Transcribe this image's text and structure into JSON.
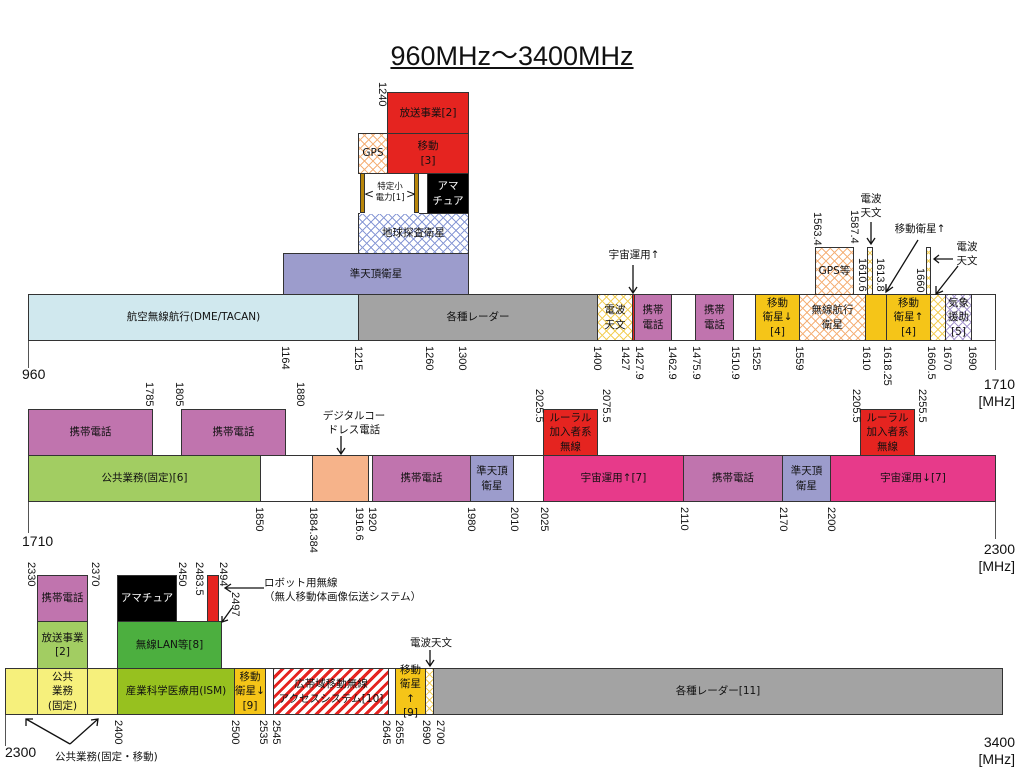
{
  "title": "960MHz〜3400MHz",
  "row1": {
    "start": "960",
    "end": "1710\n[MHz]",
    "blocks": [
      "航空無線航行(DME/TACAN)",
      "各種レーダー",
      "電波\n天文",
      "携帯\n電話",
      "携帯\n電話",
      "移動\n衛星↓\n[4]",
      "無線航行\n衛星",
      "移動\n衛星↑\n[4]",
      "気象\n援助\n[5]"
    ],
    "upper": [
      "準天頂衛星",
      "地球探査衛星",
      "特定小\n電力[1]",
      "アマ\nチュア",
      "GPS",
      "移動\n[3]",
      "放送事業[2]",
      "GPS等"
    ],
    "notes": [
      "宇宙運用↑",
      "電波\n天文",
      "移動衛星↑",
      "電波\n天文"
    ],
    "ticks": [
      "1164",
      "1215",
      "1260",
      "1300",
      "1400",
      "1427",
      "1427.9",
      "1462.9",
      "1475.9",
      "1510.9",
      "1525",
      "1559",
      "1610",
      "1618.25",
      "1660.5",
      "1670",
      "1690"
    ],
    "top_ticks": [
      "1240",
      "1563.4",
      "1587.4",
      "1610.6",
      "1613.8",
      "1660"
    ]
  },
  "row2": {
    "start": "1710",
    "end": "2300\n[MHz]",
    "blocks": [
      "公共業務(固定)[6]",
      "携帯電話",
      "準天頂\n衛星",
      "宇宙運用↑[7]",
      "携帯電話",
      "準天頂\n衛星",
      "宇宙運用↓[7]"
    ],
    "upper": [
      "携帯電話",
      "携帯電話",
      "ルーラル\n加入者系\n無線",
      "ルーラル\n加入者系\n無線"
    ],
    "notes": [
      "デジタルコー\nドレス電話"
    ],
    "ticks": [
      "1850",
      "1884.384",
      "1916.6",
      "1920",
      "1980",
      "2010",
      "2025",
      "2110",
      "2170",
      "2200"
    ],
    "top_ticks": [
      "1785",
      "1805",
      "1880",
      "2025.5",
      "2075.5",
      "2205.5",
      "2255.5"
    ]
  },
  "row3": {
    "start": "2300",
    "end": "3400\n[MHz]",
    "blocks": [
      "公共\n業務\n(固定)",
      "産業科学医療用(ISM)",
      "移動\n衛星↓\n[9]",
      "広帯域移動無線\nアクセスシステム[10]",
      "移動\n衛星↑\n[9]",
      "各種レーダー[11]"
    ],
    "upper": [
      "放送事業\n[2]",
      "携帯電話",
      "無線LAN等[8]",
      "アマチュア"
    ],
    "notes": [
      "ロボット用無線\n（無人移動体画像伝送システム）",
      "電波天文",
      "公共業務(固定・移動)"
    ],
    "ticks": [
      "2400",
      "2500",
      "2535",
      "2545",
      "2645",
      "2655",
      "2690",
      "2700"
    ],
    "top_ticks": [
      "2330",
      "2370",
      "2450",
      "2483.5",
      "2494",
      "2497"
    ]
  }
}
